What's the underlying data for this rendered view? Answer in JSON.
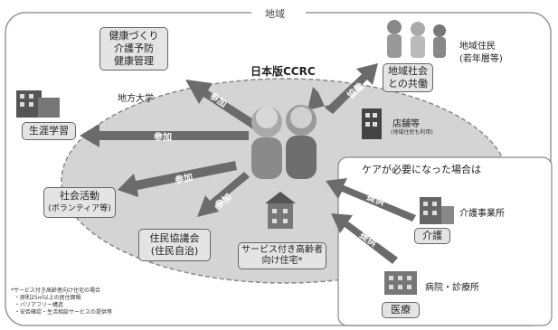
{
  "outer_label": "地域",
  "center_title": "日本版CCRC",
  "boxes": {
    "health": [
      "健康づくり",
      "介護予防",
      "健康管理"
    ],
    "lifelong": "生涯学習",
    "social": [
      "社会活動",
      "(ボランティア等)"
    ],
    "council": [
      "住民協議会",
      "(住民自治)"
    ],
    "housing": [
      "サービス付き高齢者",
      "向け住宅*"
    ],
    "community": [
      "地域社会",
      "との共働"
    ],
    "care": "介護",
    "medical": "医療"
  },
  "labels": {
    "university": "地方大学",
    "residents": [
      "地域住民",
      "(若年層等)"
    ],
    "shops": "店舗等",
    "shops_note": "(地域住民も利用)",
    "care_needed": "ケアが必要になった場合は",
    "care_office": "介護事業所",
    "hospital": "病院・診療所"
  },
  "arrows": {
    "participate": "参加",
    "collaborate": "協働",
    "provide": "提供"
  },
  "footnote": [
    "*サービス付き高齢者向け住宅の場合",
    "・原則25㎡以上の居住面積",
    "・バリアフリー構造",
    "・安否確認・生活相談サービスの提供等"
  ]
}
